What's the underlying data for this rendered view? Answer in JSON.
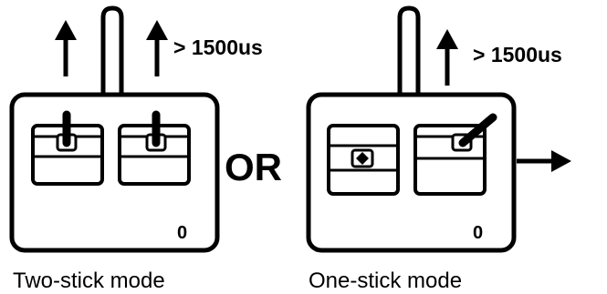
{
  "left_diagram": {
    "threshold_label": "> 1500us",
    "corner_digit": "0",
    "caption": "Two-stick mode"
  },
  "separator": {
    "text": "OR"
  },
  "right_diagram": {
    "threshold_label": "> 1500us",
    "corner_digit": "0",
    "caption": "One-stick mode"
  }
}
